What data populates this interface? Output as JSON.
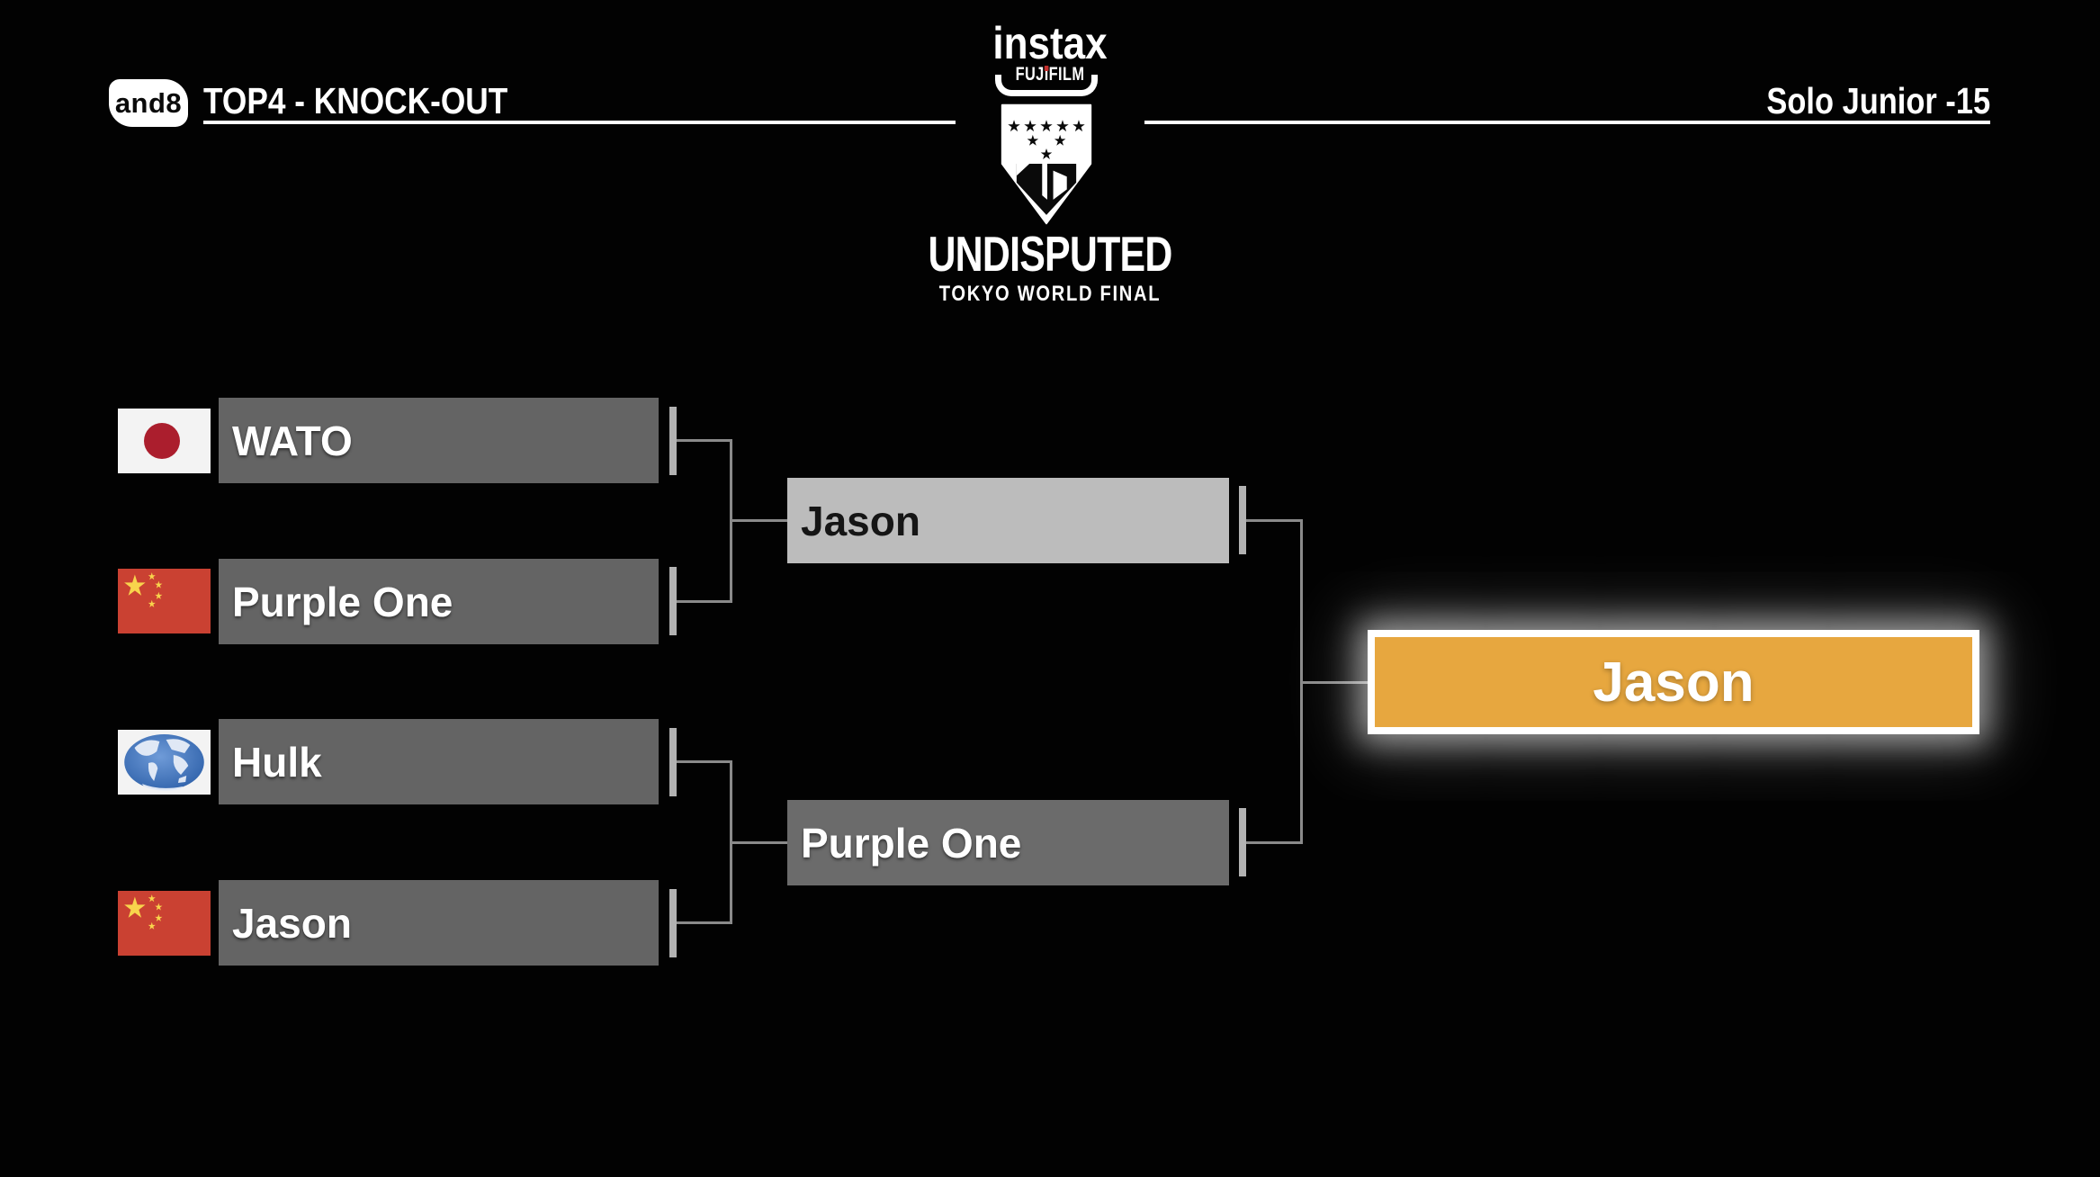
{
  "header": {
    "badge_label": "and8",
    "left_title": "TOP4 - KNOCK-OUT",
    "right_title": "Solo Junior -15"
  },
  "logo": {
    "brand": "instax",
    "maker_pre": "FUJ",
    "maker_i": "i",
    "maker_post": "FILM",
    "event_title": "UNDISPUTED",
    "event_subtitle": "TOKYO WORLD FINAL"
  },
  "bracket": {
    "semifinals": [
      {
        "name": "WATO",
        "flag": "japan-flag-icon"
      },
      {
        "name": "Purple One",
        "flag": "china-flag-icon"
      },
      {
        "name": "Hulk",
        "flag": "world-flag-icon"
      },
      {
        "name": "Jason",
        "flag": "china-flag-icon"
      }
    ],
    "finalists": [
      {
        "name": "Jason",
        "state": "advancing"
      },
      {
        "name": "Purple One",
        "state": "eliminated"
      }
    ],
    "champion": {
      "name": "Jason"
    }
  },
  "colors": {
    "background": "#000000",
    "slot_gray": "#646464",
    "eliminated_gray": "#6b6b6b",
    "advancing_silver": "#bcbcbc",
    "champion_gold": "#e7a73f",
    "connector_gray": "#8a8a8a",
    "tick_gray": "#b2b2b2",
    "japan_red": "#ab1e2d",
    "china_red": "#ca4132",
    "star_gold": "#f8d44c",
    "globe_blue": "#3a6ab2"
  }
}
